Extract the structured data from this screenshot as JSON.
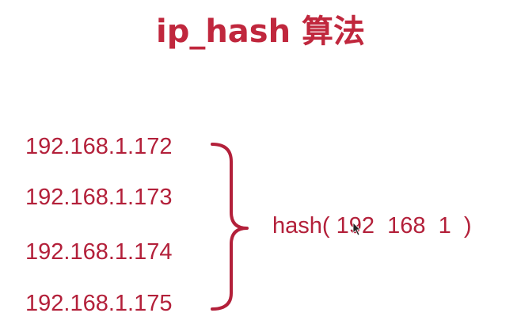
{
  "title": "ip_hash 算法",
  "ip_list": [
    "192.168.1.172",
    "192.168.1.173",
    "192.168.1.174",
    "192.168.1.175"
  ],
  "hash_expression": "hash( 192  168  1  )",
  "colors": {
    "accent": "#c0273d",
    "text": "#b3203a",
    "background": "#ffffff"
  },
  "icons": {
    "brace": "right-curly-brace-icon",
    "cursor": "mouse-pointer-icon"
  }
}
